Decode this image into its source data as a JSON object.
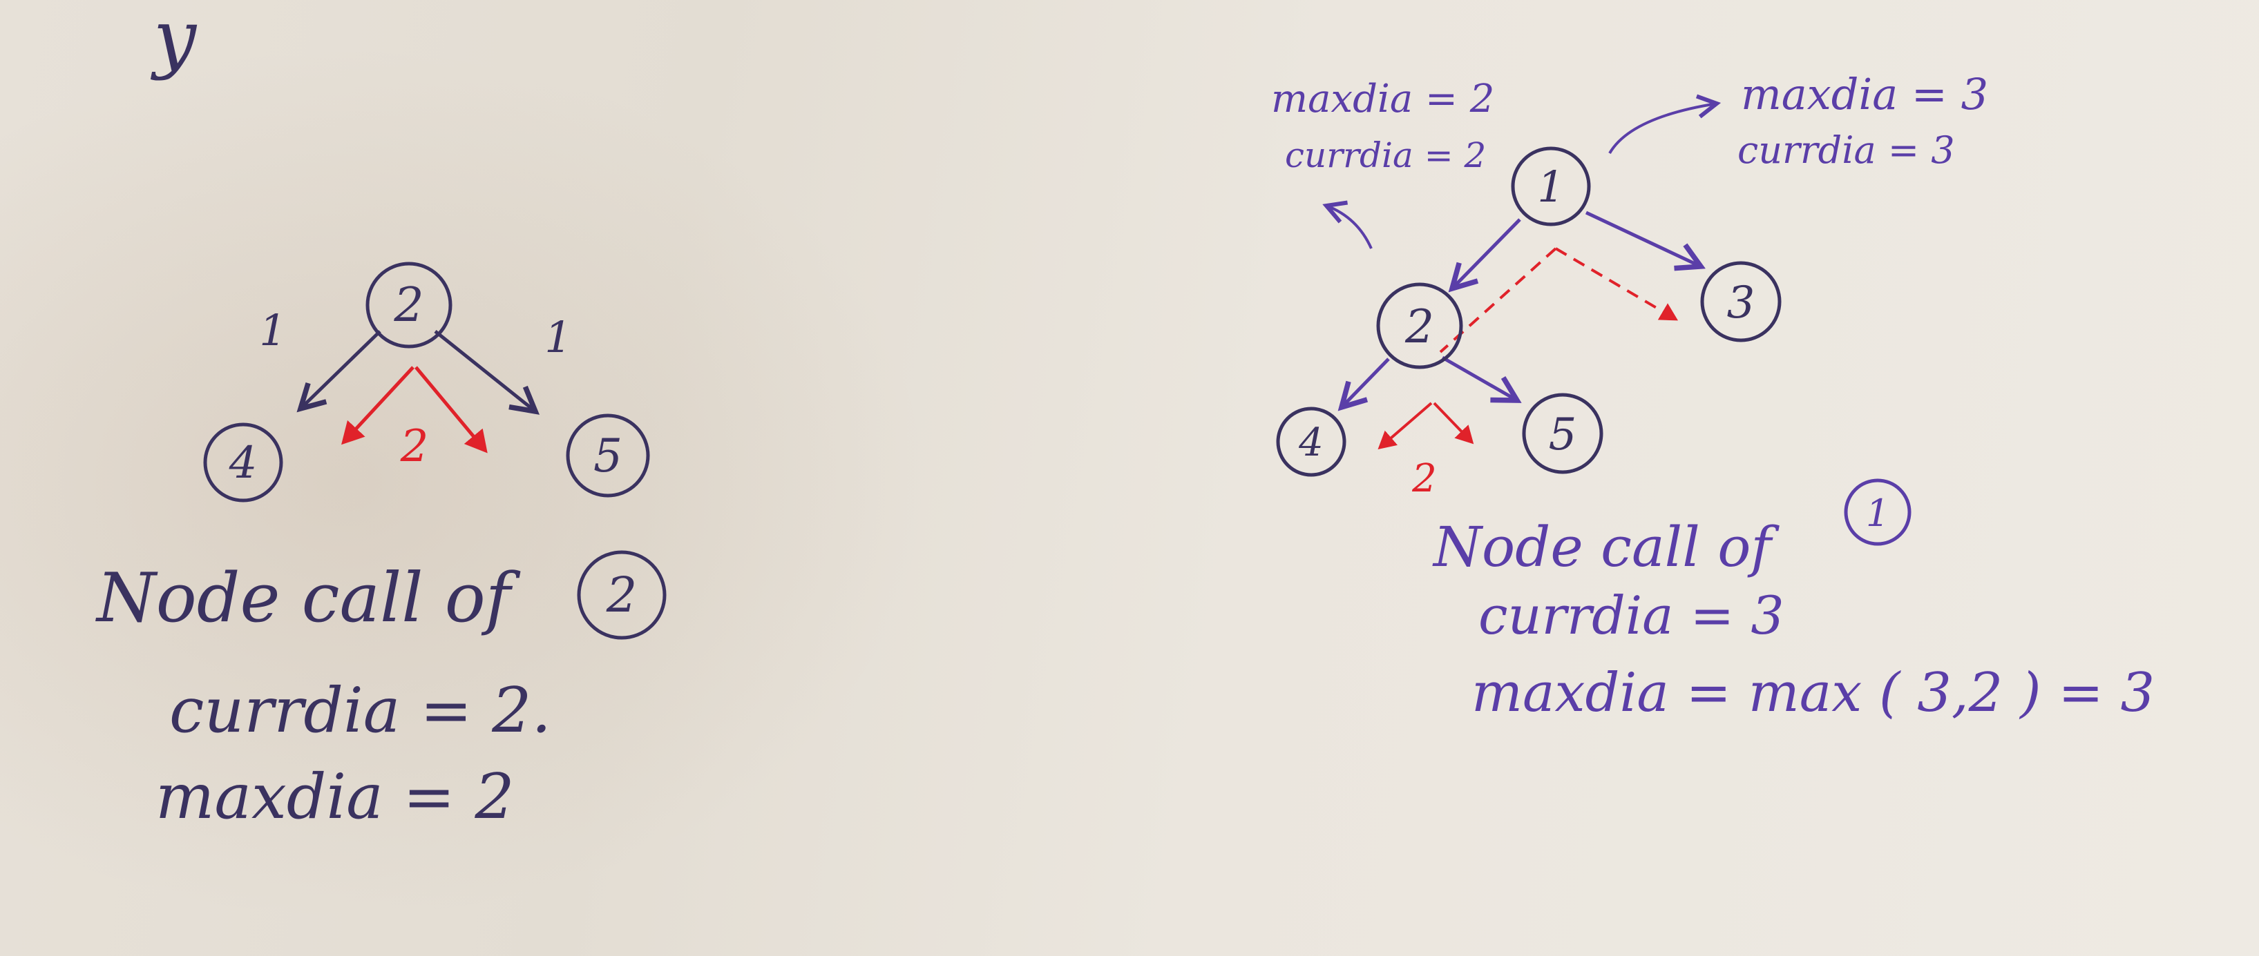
{
  "colors": {
    "ink": "#3a3260",
    "purple": "#5a3ea8",
    "red": "#e0222a"
  },
  "corner_mark": "y",
  "left": {
    "nodes": {
      "root": "2",
      "left": "4",
      "right": "5"
    },
    "edge_labels": {
      "left": "1",
      "right": "1"
    },
    "path_label": "2",
    "caption": {
      "title": "Node call of",
      "title_node": "2",
      "line1": "currdia = 2.",
      "line2": "maxdia = 2"
    }
  },
  "right": {
    "nodes": {
      "root": "1",
      "mid": "2",
      "right": "3",
      "leafl": "4",
      "leafr": "5"
    },
    "path_label": "2",
    "annot_left": {
      "line1": "maxdia = 2",
      "line2": "currdia = 2"
    },
    "annot_right": {
      "line1": "maxdia = 3",
      "line2": "currdia = 3"
    },
    "caption": {
      "title": "Node call of",
      "title_node": "1",
      "line1": "currdia = 3",
      "line2": "maxdia = max ( 3,2 ) = 3"
    }
  }
}
